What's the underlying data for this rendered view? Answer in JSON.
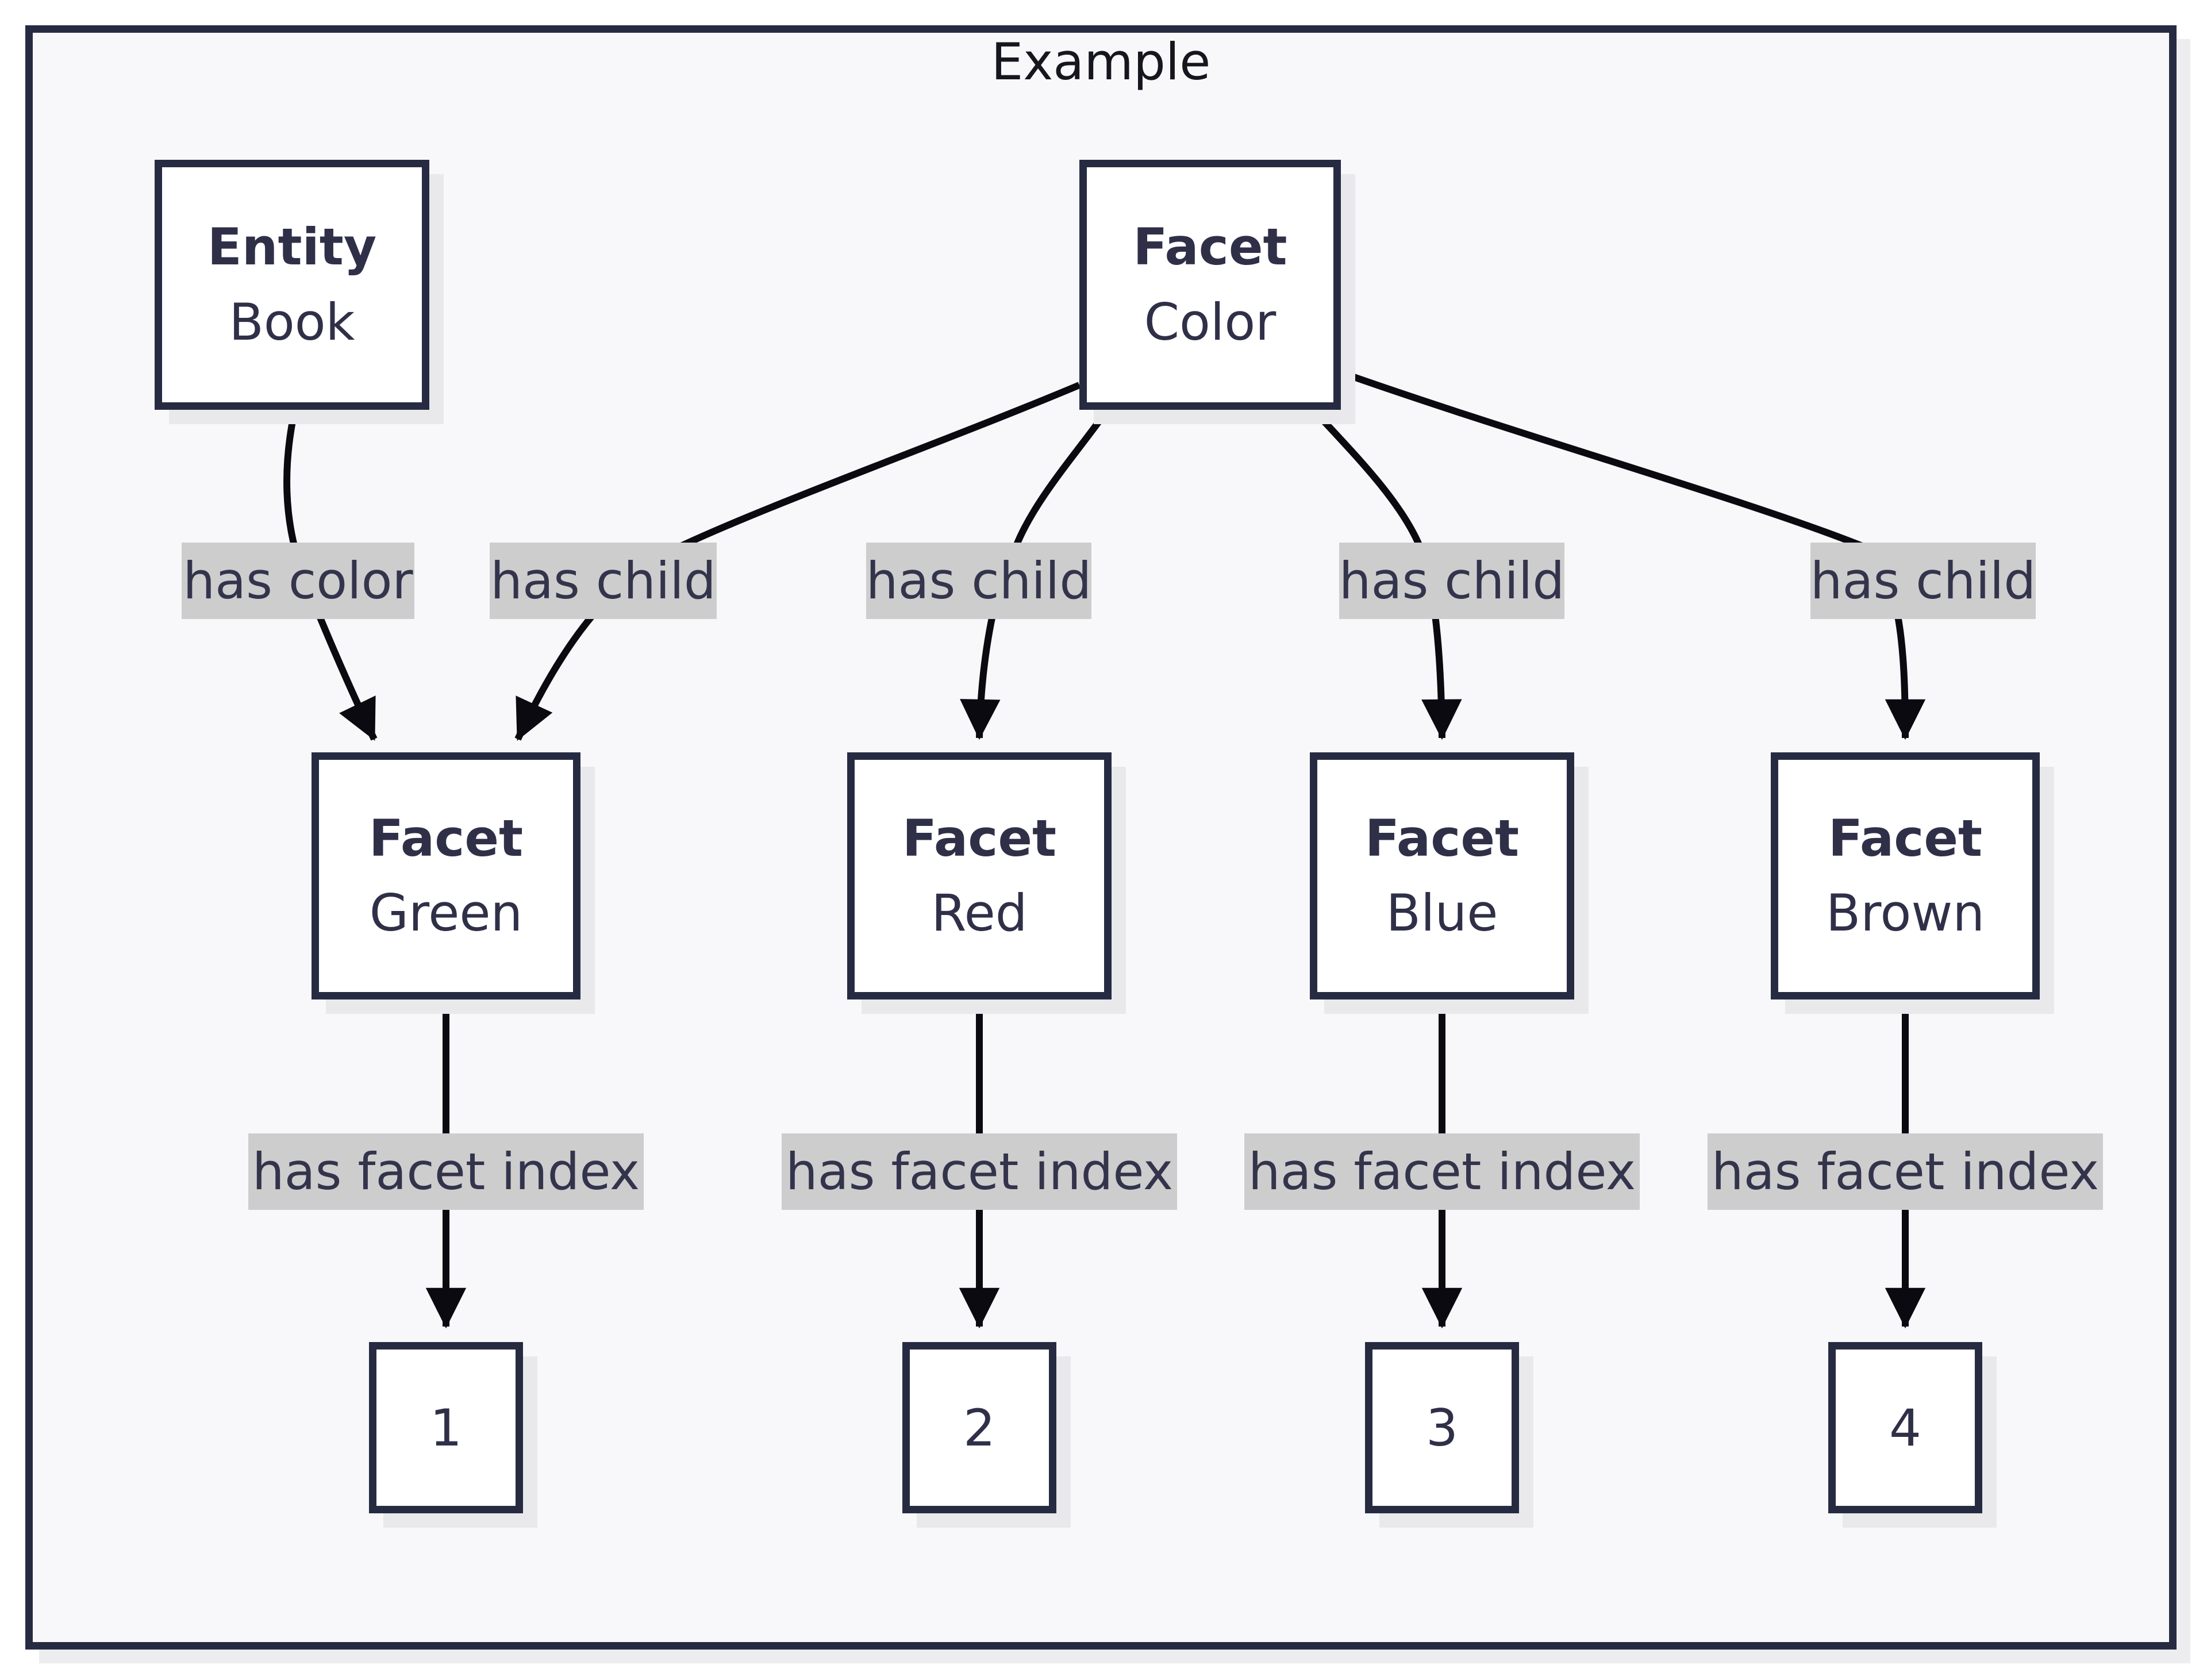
{
  "title": "Example",
  "nodes": {
    "book": {
      "type": "Entity",
      "label": "Book"
    },
    "color": {
      "type": "Facet",
      "label": "Color"
    },
    "green": {
      "type": "Facet",
      "label": "Green"
    },
    "red": {
      "type": "Facet",
      "label": "Red"
    },
    "blue": {
      "type": "Facet",
      "label": "Blue"
    },
    "brown": {
      "type": "Facet",
      "label": "Brown"
    }
  },
  "index_nodes": {
    "green_index": "1",
    "red_index": "2",
    "blue_index": "3",
    "brown_index": "4"
  },
  "edge_labels": {
    "has_color": "has color",
    "has_child_1": "has child",
    "has_child_2": "has child",
    "has_child_3": "has child",
    "has_child_4": "has child",
    "has_facet_index_1": "has facet index",
    "has_facet_index_2": "has facet index",
    "has_facet_index_3": "has facet index",
    "has_facet_index_4": "has facet index"
  },
  "colors": {
    "frame_border": "#272b42",
    "node_border": "#272b42",
    "node_background": "#ffffff",
    "node_text": "#2f3048",
    "canvas_background": "#f8f8fa",
    "edge_line": "#0a0a10",
    "edge_label_background": "#cdcdcd",
    "shadow": "#e9e9ec",
    "title_text": "#16161e"
  }
}
